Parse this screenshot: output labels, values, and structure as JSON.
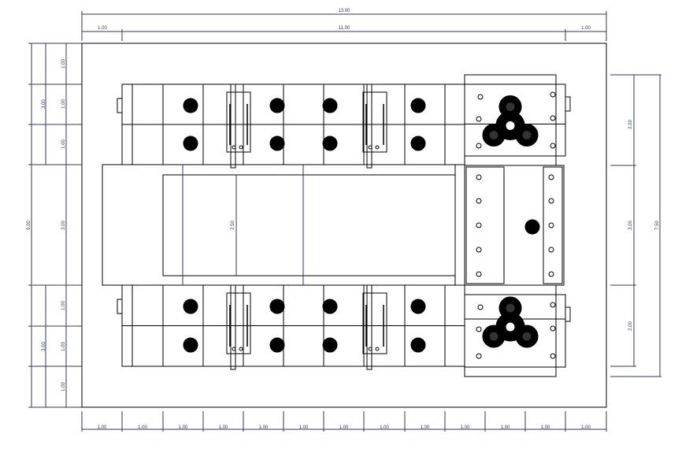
{
  "drawing": {
    "top_dims": {
      "overall": "13.00",
      "left": "1.00",
      "middle": "11.00",
      "right": "1.00"
    },
    "left_dims": {
      "overall": "9.00",
      "top_group": "3.00",
      "bottom_group": "3.00",
      "segments": [
        "1.00",
        "1.00",
        "1.00",
        "3.00",
        "1.00",
        "1.00",
        "1.00"
      ]
    },
    "right_dims": {
      "overall": "7.50",
      "segments": [
        "2.00",
        "3.00",
        "2.00"
      ]
    },
    "bottom_dims": [
      "1.00",
      "1.00",
      "1.00",
      "1.00",
      "1.00",
      "1.00",
      "1.00",
      "1.00",
      "1.00",
      "1.00",
      "1.00",
      "1.00",
      "1.00"
    ],
    "center_dim": "2.50"
  }
}
